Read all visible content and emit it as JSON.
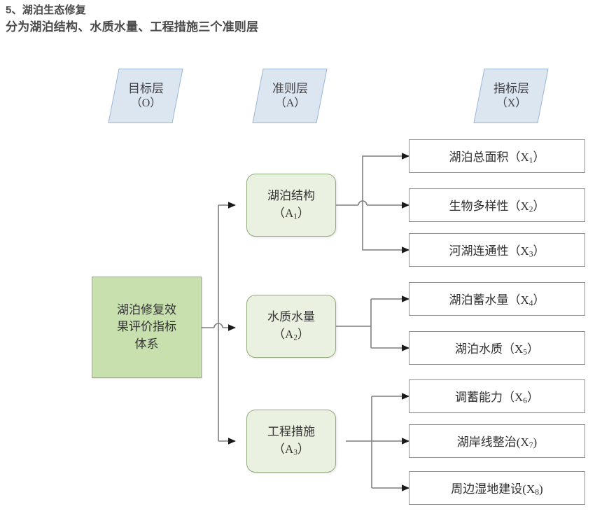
{
  "heading": {
    "line1": "5、湖泊生态修复",
    "line2": "分为湖泊结构、水质水量、工程措施三个准则层"
  },
  "colors": {
    "layer_tag_fill": "#dce6f1",
    "layer_tag_border": "#9bb7d4",
    "goal_fill": "#c7e0ae",
    "goal_border": "#9aa89a",
    "criterion_fill": "#eaf1e0",
    "criterion_border": "#94ad7e",
    "indicator_fill": "#ffffff",
    "indicator_border": "#919191",
    "connector": "#7f7f7f",
    "heading_text": "#4a4a4a"
  },
  "layer_tags": [
    {
      "name": "goal-layer",
      "title": "目标层",
      "code": "（O）"
    },
    {
      "name": "criterion-layer",
      "title": "准则层",
      "code": "（A）"
    },
    {
      "name": "indicator-layer",
      "title": "指标层",
      "code": "（X）"
    }
  ],
  "goal": {
    "line1": "湖泊修复效",
    "line2": "果评价指标",
    "line3": "体系"
  },
  "criteria": [
    {
      "label": "湖泊结构",
      "code_prefix": "（A",
      "code_sub": "1",
      "code_suffix": "）"
    },
    {
      "label": "水质水量",
      "code_prefix": "（A",
      "code_sub": "2",
      "code_suffix": "）"
    },
    {
      "label": "工程措施",
      "code_prefix": "（A",
      "code_sub": "3",
      "code_suffix": "）"
    }
  ],
  "indicators": [
    {
      "label": "湖泊总面积（X",
      "sub": "1",
      "tail": "）",
      "parent": "A1"
    },
    {
      "label": "生物多样性（X",
      "sub": "2",
      "tail": "）",
      "parent": "A1"
    },
    {
      "label": "河湖连通性（X",
      "sub": "3",
      "tail": "）",
      "parent": "A1"
    },
    {
      "label": "湖泊蓄水量（X",
      "sub": "4",
      "tail": "）",
      "parent": "A2"
    },
    {
      "label": "湖泊水质（X",
      "sub": "5",
      "tail": "）",
      "parent": "A2"
    },
    {
      "label": "调蓄能力（X",
      "sub": "6",
      "tail": "）",
      "parent": "A3"
    },
    {
      "label": "湖岸线整治(X",
      "sub": "7",
      "tail": ")",
      "parent": "A3"
    },
    {
      "label": "周边湿地建设(X",
      "sub": "8",
      "tail": ")",
      "parent": "A3"
    }
  ]
}
